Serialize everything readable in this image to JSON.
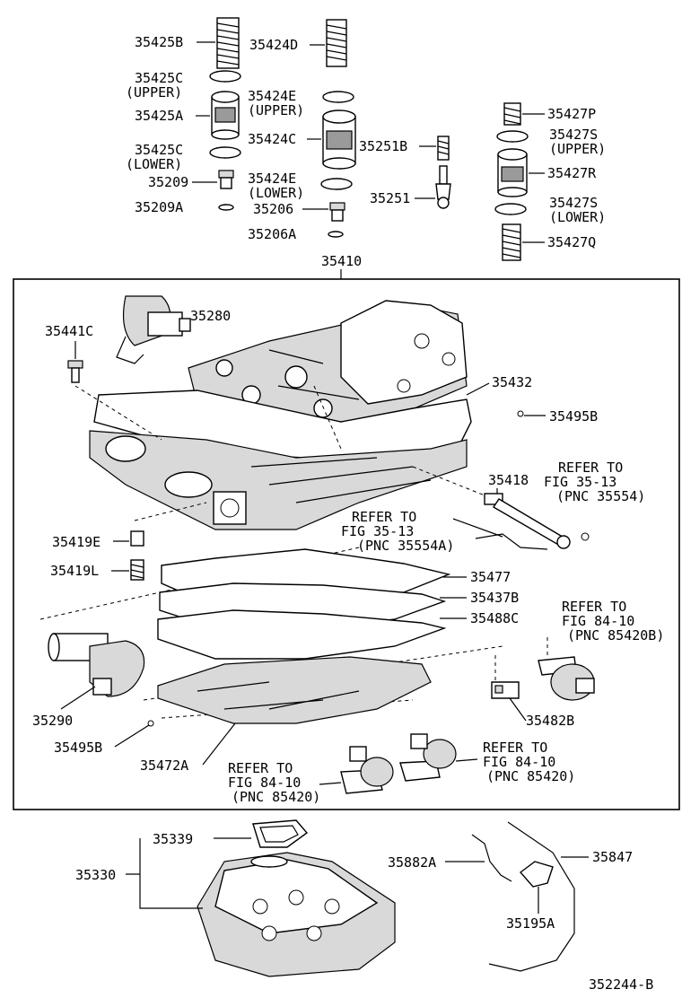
{
  "diagram_code": "352244-B",
  "assembly_label": "35410",
  "labels": {
    "p35425B": "35425B",
    "p35424D": "35424D",
    "p35425C_upper": "35425C",
    "upper_1": "(UPPER)",
    "p35425A": "35425A",
    "p35424E_upper": "35424E",
    "upper_2": "(UPPER)",
    "p35424C": "35424C",
    "p35425C_lower": "35425C",
    "lower_1": "(LOWER)",
    "p35209": "35209",
    "p35424E_lower": "35424E",
    "lower_2": "(LOWER)",
    "p35209A": "35209A",
    "p35206": "35206",
    "p35206A": "35206A",
    "p35251B": "35251B",
    "p35251": "35251",
    "p35427P": "35427P",
    "p35427S_upper": "35427S",
    "upper_3": "(UPPER)",
    "p35427R": "35427R",
    "p35427S_lower": "35427S",
    "lower_3": "(LOWER)",
    "p35427Q": "35427Q",
    "p35280": "35280",
    "p35441C": "35441C",
    "p35432": "35432",
    "p35495B_top": "35495B",
    "p35418": "35418",
    "p35419E": "35419E",
    "p35419L": "35419L",
    "p35477": "35477",
    "p35437B": "35437B",
    "p35488C": "35488C",
    "p35290": "35290",
    "p35482B": "35482B",
    "p35495B_bottom": "35495B",
    "p35472A": "35472A",
    "p35339": "35339",
    "p35330": "35330",
    "p35882A": "35882A",
    "p35847": "35847",
    "p35195A": "35195A"
  },
  "references": [
    {
      "l1": "REFER TO",
      "l2": "FIG 35-13",
      "l3": "(PNC 35554)"
    },
    {
      "l1": "REFER TO",
      "l2": "FIG 35-13",
      "l3": "(PNC 35554A)"
    },
    {
      "l1": "REFER TO",
      "l2": "FIG 84-10",
      "l3": "(PNC 85420B)"
    },
    {
      "l1": "REFER TO",
      "l2": "FIG 84-10",
      "l3": "(PNC 85420)"
    },
    {
      "l1": "REFER TO",
      "l2": "FIG 84-10",
      "l3": "(PNC 85420)"
    }
  ]
}
